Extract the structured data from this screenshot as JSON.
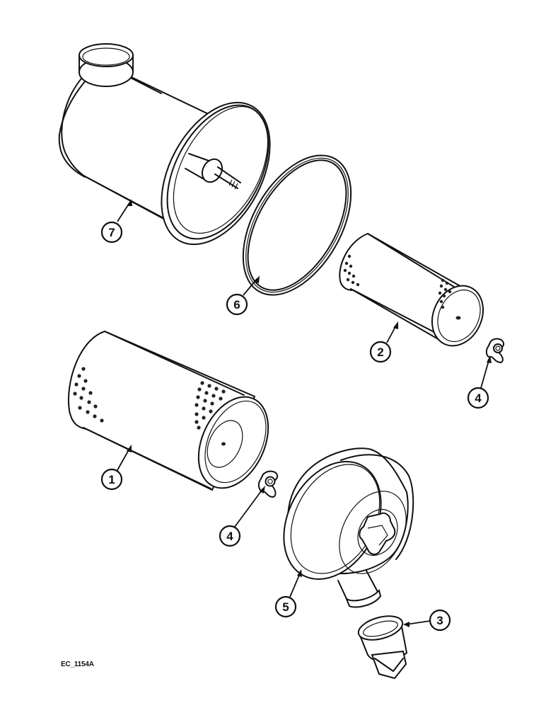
{
  "figure": {
    "code": "EC_1154A",
    "type": "exploded parts diagram",
    "subject": "air cleaner assembly"
  },
  "callouts": [
    {
      "id": "callout-7",
      "label": "7",
      "part": "air-cleaner-housing"
    },
    {
      "id": "callout-6",
      "label": "6",
      "part": "seal-ring"
    },
    {
      "id": "callout-2",
      "label": "2",
      "part": "inner-filter-element"
    },
    {
      "id": "callout-4a",
      "label": "4",
      "part": "wing-nut-inner"
    },
    {
      "id": "callout-1",
      "label": "1",
      "part": "outer-filter-element"
    },
    {
      "id": "callout-4b",
      "label": "4",
      "part": "wing-nut-outer"
    },
    {
      "id": "callout-5",
      "label": "5",
      "part": "end-cover"
    },
    {
      "id": "callout-3",
      "label": "3",
      "part": "dust-valve"
    }
  ]
}
